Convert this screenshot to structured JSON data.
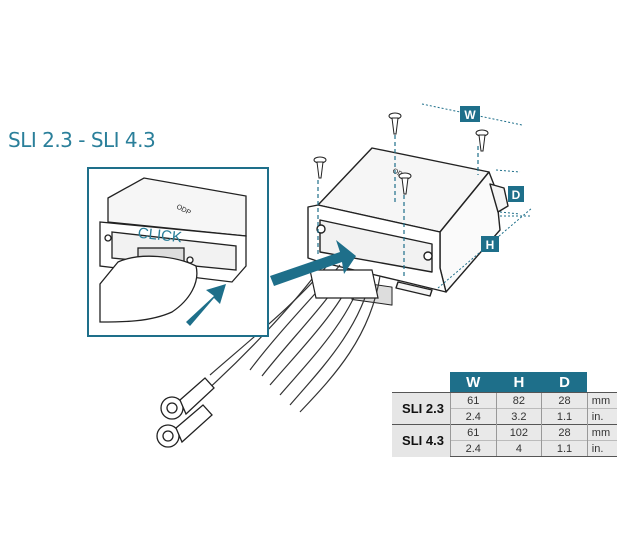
{
  "title": "SLI 2.3 - SLI 4.3",
  "callout": {
    "click_label": "CLICK"
  },
  "dim_labels": {
    "w": "W",
    "h": "H",
    "d": "D"
  },
  "colors": {
    "accent": "#1e6f8a",
    "inset_border": "#1e6f8a",
    "title": "#2a7f9a",
    "arrow": "#1e6f8a"
  },
  "brand_mark": "ODP",
  "table": {
    "headers": [
      "W",
      "H",
      "D"
    ],
    "rows": [
      {
        "model": "SLI 2.3",
        "lines": [
          {
            "values": [
              "61",
              "82",
              "28"
            ],
            "unit": "mm"
          },
          {
            "values": [
              "2.4",
              "3.2",
              "1.1"
            ],
            "unit": "in."
          }
        ]
      },
      {
        "model": "SLI 4.3",
        "lines": [
          {
            "values": [
              "61",
              "102",
              "28"
            ],
            "unit": "mm"
          },
          {
            "values": [
              "2.4",
              "4",
              "1.1"
            ],
            "unit": "in."
          }
        ]
      }
    ]
  }
}
